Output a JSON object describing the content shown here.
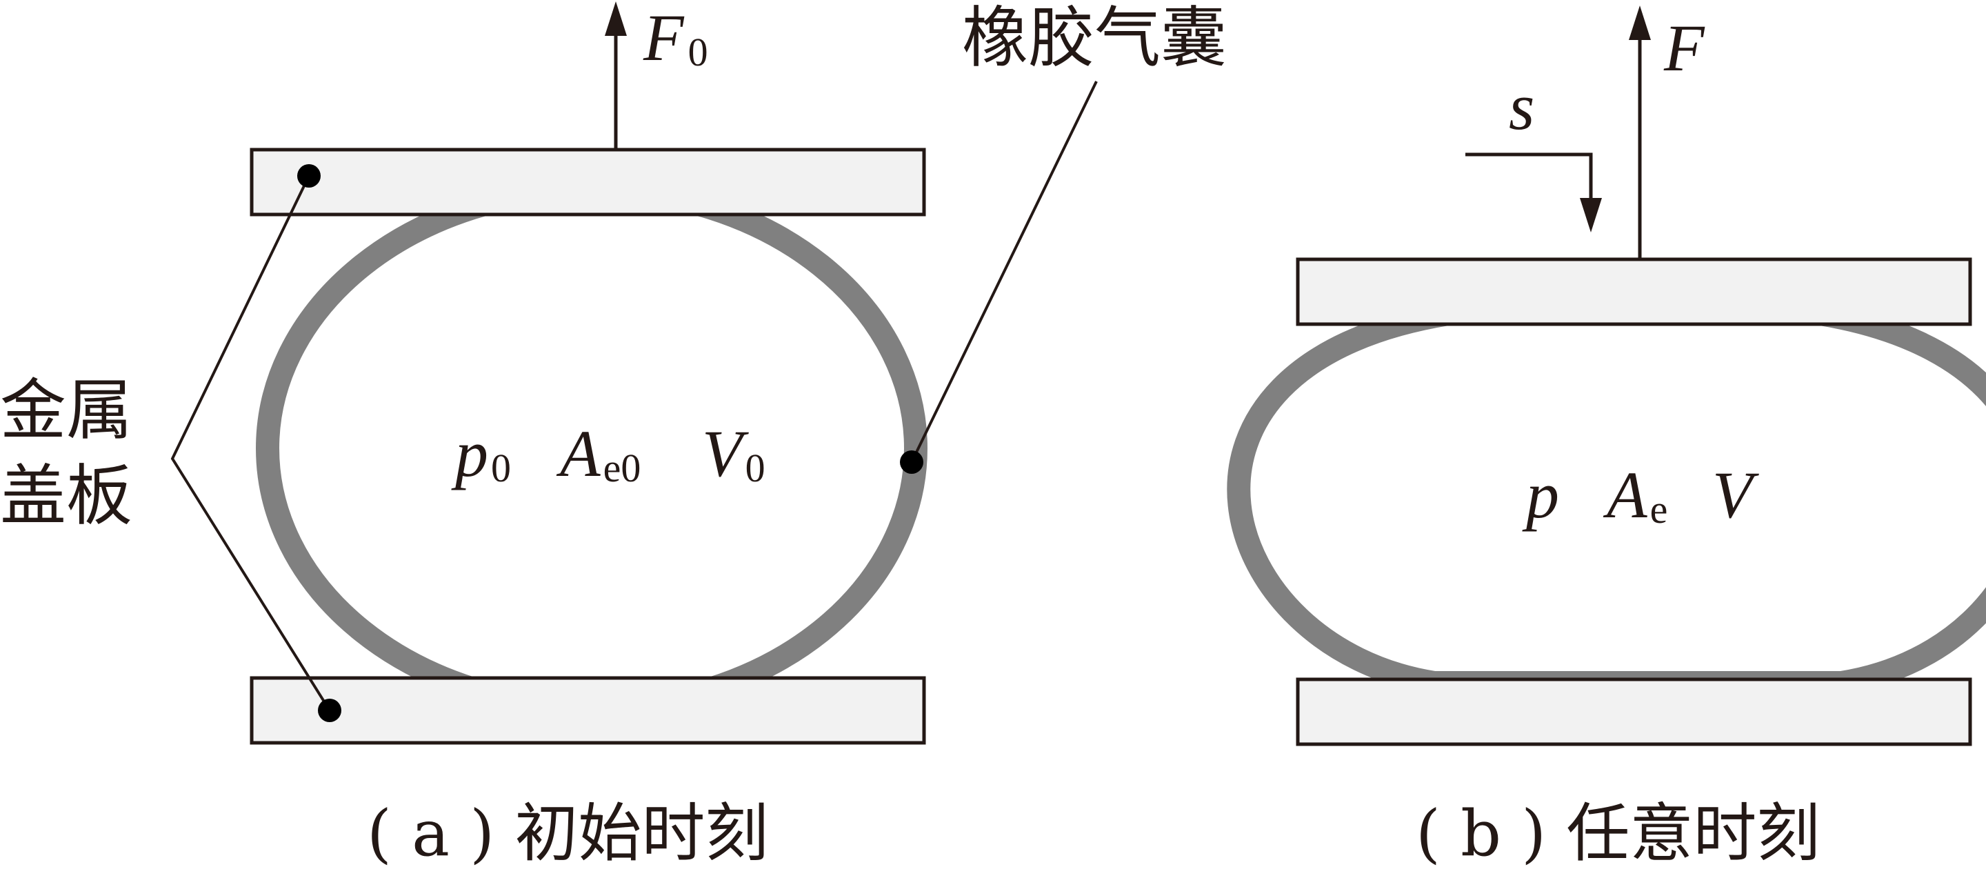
{
  "labels": {
    "bladder": "橡胶气囊",
    "cover_line1": "金属",
    "cover_line2": "盖板"
  },
  "panel_a": {
    "force": {
      "symbol": "F",
      "subscript": "0"
    },
    "pressure": {
      "symbol": "p",
      "subscript": "0"
    },
    "area": {
      "symbol": "A",
      "subscript": "e0"
    },
    "volume": {
      "symbol": "V",
      "subscript": "0"
    },
    "caption": "( a ) 初始时刻"
  },
  "panel_b": {
    "force": {
      "symbol": "F"
    },
    "displacement": {
      "symbol": "s"
    },
    "pressure": {
      "symbol": "p"
    },
    "area": {
      "symbol": "A",
      "subscript": "e"
    },
    "volume": {
      "symbol": "V"
    },
    "caption": "( b ) 任意时刻"
  },
  "colors": {
    "plate_fill": "#f2f2f2",
    "bladder_stroke": "#808080",
    "line": "#231815"
  }
}
